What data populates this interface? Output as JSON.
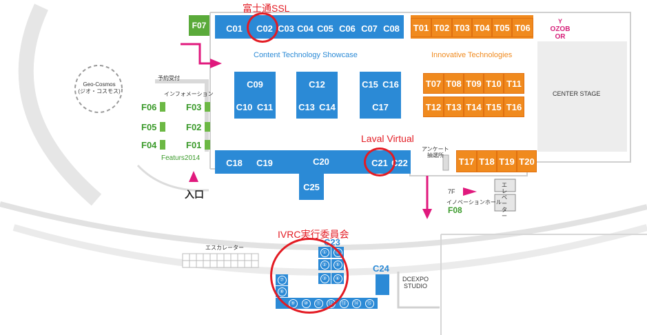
{
  "areas": {
    "showcase": "Content Technology Showcase",
    "innovative": "Innovative Technologies",
    "center_stage": "CENTER STAGE",
    "geo_cosmos_line1": "Geo-Cosmos",
    "geo_cosmos_line2": "(ジオ・コスモス)",
    "reception": "予約受付",
    "information": "インフォメーション",
    "featurs": "Featurs2014",
    "entrance": "入口",
    "survey_line1": "アンケート",
    "survey_line2": "抽選所",
    "floor7": "7F",
    "innovation_hall": "イノベーションホール",
    "elevator": "エレベーター",
    "escalator": "エスカレーター",
    "dcexpo_line1": "DCEXPO",
    "dcexpo_line2": "STUDIO",
    "logo": "OZOBOR"
  },
  "booths": {
    "f07": "F07",
    "c01": "C01",
    "c02": "C02",
    "c03": "C03",
    "c04": "C04",
    "c05": "C05",
    "c06": "C06",
    "c07": "C07",
    "c08": "C08",
    "c09": "C09",
    "c10": "C10",
    "c11": "C11",
    "c12": "C12",
    "c13": "C13",
    "c14": "C14",
    "c15": "C15",
    "c16": "C16",
    "c17": "C17",
    "c18": "C18",
    "c19": "C19",
    "c20": "C20",
    "c21": "C21",
    "c22": "C22",
    "c23": "C23",
    "c24": "C24",
    "c25": "C25",
    "t01": "T01",
    "t02": "T02",
    "t03": "T03",
    "t04": "T04",
    "t05": "T05",
    "t06": "T06",
    "t07": "T07",
    "t08": "T08",
    "t09": "T09",
    "t10": "T10",
    "t11": "T11",
    "t12": "T12",
    "t13": "T13",
    "t14": "T14",
    "t15": "T15",
    "t16": "T16",
    "t17": "T17",
    "t18": "T18",
    "t19": "T19",
    "t20": "T20",
    "f01": "F01",
    "f02": "F02",
    "f03": "F03",
    "f04": "F04",
    "f05": "F05",
    "f06": "F06",
    "f08": "F08"
  },
  "c23_items": [
    "①",
    "②",
    "③",
    "④",
    "⑤",
    "⑥",
    "⑦",
    "⑧",
    "⑨",
    "⑩",
    "⑪",
    "⑫",
    "⑬",
    "⑭",
    "⑮"
  ],
  "annotations": {
    "fujitsu": "富士通SSL",
    "laval": "Laval Virtual",
    "ivrc": "IVRC実行委員会"
  },
  "colors": {
    "content_booth": "#2b8ad6",
    "innovative_booth": "#f08a1e",
    "features": "#5aaa3a",
    "annotation": "#e31b23",
    "arrow": "#e0197d"
  }
}
